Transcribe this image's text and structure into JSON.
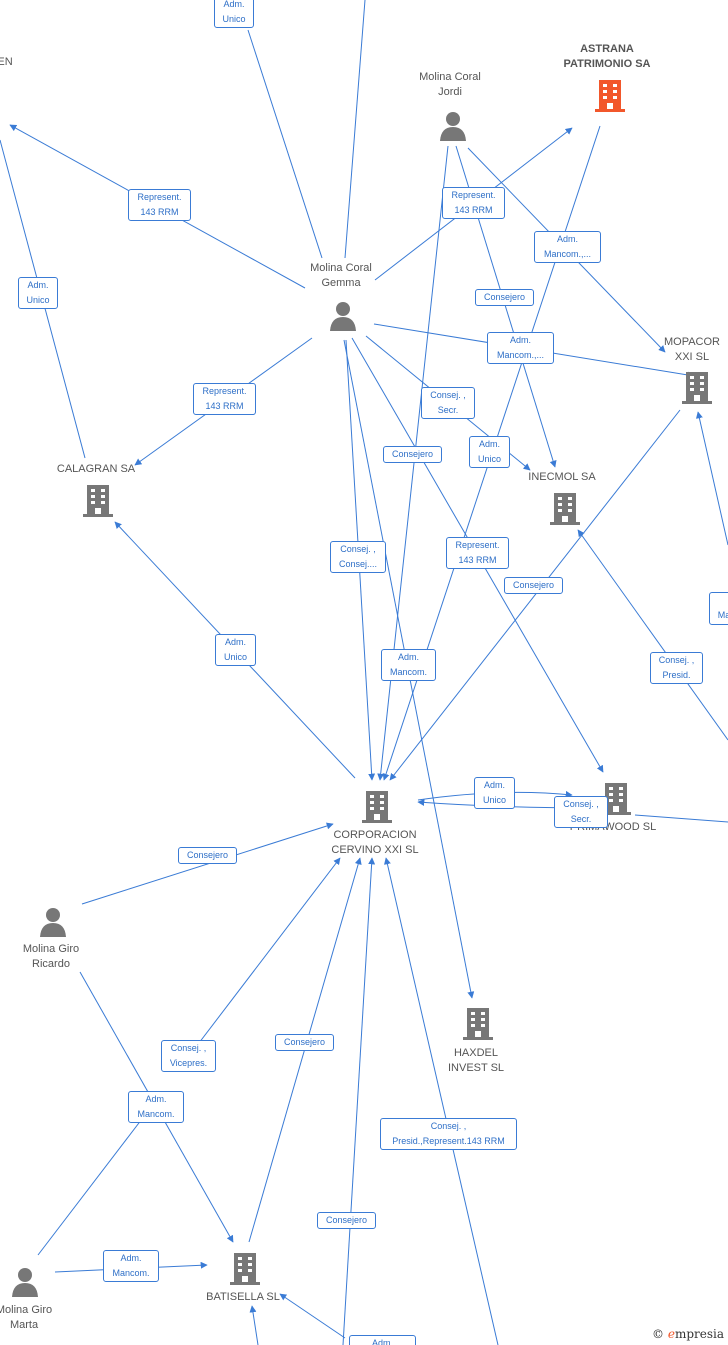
{
  "colors": {
    "edge": "#3a7bd5",
    "node_icon": "#777777",
    "highlight": "#f2572b"
  },
  "nodes": {
    "astrana": [
      "ASTRANA",
      "PATRIMONIO SA"
    ],
    "jordi": [
      "Molina Coral",
      "Jordi"
    ],
    "gemma": [
      "Molina Coral",
      "Gemma"
    ],
    "mopacor": [
      "MOPACOR",
      "XXI SL"
    ],
    "calagran": "CALAGRAN SA",
    "inecmol": "INECMOL SA",
    "cervino": [
      "CORPORACION",
      "CERVINO XXI SL"
    ],
    "primawood": "PRIMAWOOD SL",
    "ricardo": [
      "Molina Giro",
      "Ricardo"
    ],
    "haxdel": [
      "HAXDEL",
      "INVEST  SL"
    ],
    "marta": [
      "Molina Giro",
      "Marta"
    ],
    "batisella": "BATISELLA SL",
    "cut_top_left": "EN"
  },
  "edge_labels": {
    "adm_unico_top": [
      "Adm.",
      "Unico"
    ],
    "rep_left": [
      "Represent.",
      "143 RRM"
    ],
    "adm_unico_left": [
      "Adm.",
      "Unico"
    ],
    "rep_mid": [
      "Represent.",
      "143 RRM"
    ],
    "adm_mancom_1": [
      "Adm.",
      "Mancom.,..."
    ],
    "consejero_1": "Consejero",
    "adm_mancom_2": [
      "Adm.",
      "Mancom.,..."
    ],
    "rep_calagran": [
      "Represent.",
      "143 RRM"
    ],
    "consej_secr_1": [
      "Consej. ,",
      "Secr."
    ],
    "consejero_2": "Consejero",
    "adm_unico_2": [
      "Adm.",
      "Unico"
    ],
    "consej_consej": [
      "Consej. ,",
      "Consej...."
    ],
    "rep_143": [
      "Represent.",
      "143 RRM"
    ],
    "consejero_3": "Consejero",
    "adm_unico_3": [
      "Adm.",
      "Unico"
    ],
    "adm_mancom_3": [
      "Adm.",
      "Mancom."
    ],
    "consej_presid": [
      "Consej. ,",
      "Presid."
    ],
    "ma_cut": "Ma",
    "adm_unico_4": [
      "Adm.",
      "Unico"
    ],
    "consej_secr_2": [
      "Consej. ,",
      "Secr."
    ],
    "consejero_4": "Consejero",
    "consej_vicepres": [
      "Consej. ,",
      "Vicepres."
    ],
    "consejero_5": "Consejero",
    "adm_mancom_4": [
      "Adm.",
      "Mancom."
    ],
    "consej_presid_rep": [
      "Consej. ,",
      "Presid.,Represent.143 RRM"
    ],
    "consejero_6": "Consejero",
    "adm_mancom_5": [
      "Adm.",
      "Mancom."
    ],
    "adm_cut": "Adm."
  },
  "brand": {
    "symbol": "©",
    "name": "mpresia",
    "initial": "e"
  }
}
